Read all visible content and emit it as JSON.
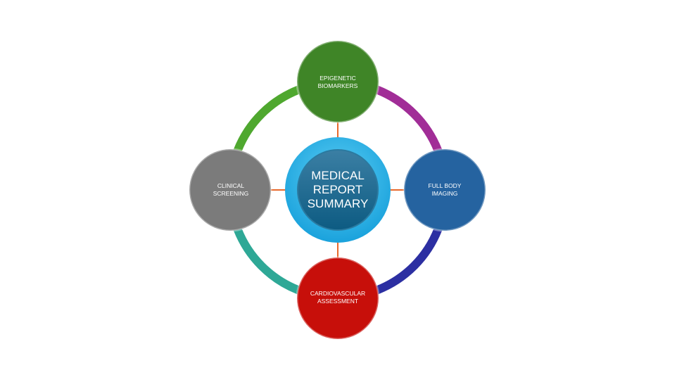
{
  "center": {
    "title_lines": [
      "MEDICAL",
      "REPORT",
      "SUMMARY"
    ]
  },
  "nodes": [
    {
      "id": "top",
      "lines": [
        "EPIGENETIC",
        "BIOMARKERS"
      ],
      "color": "#3f8527"
    },
    {
      "id": "right",
      "lines": [
        "FULL BODY",
        "IMAGING"
      ],
      "color": "#2563a0"
    },
    {
      "id": "bottom",
      "lines": [
        "CARDIOVASCULAR",
        "ASSESSMENT"
      ],
      "color": "#c70f0a"
    },
    {
      "id": "left",
      "lines": [
        "CLINICAL",
        "SCREENING"
      ],
      "color": "#7b7b7b"
    }
  ],
  "ring_colors": {
    "top_left": "#4fa82f",
    "top_right": "#a12d97",
    "bottom_right": "#2c2fa2",
    "bottom_left": "#2ea896"
  },
  "connector_color": "#e8692c"
}
